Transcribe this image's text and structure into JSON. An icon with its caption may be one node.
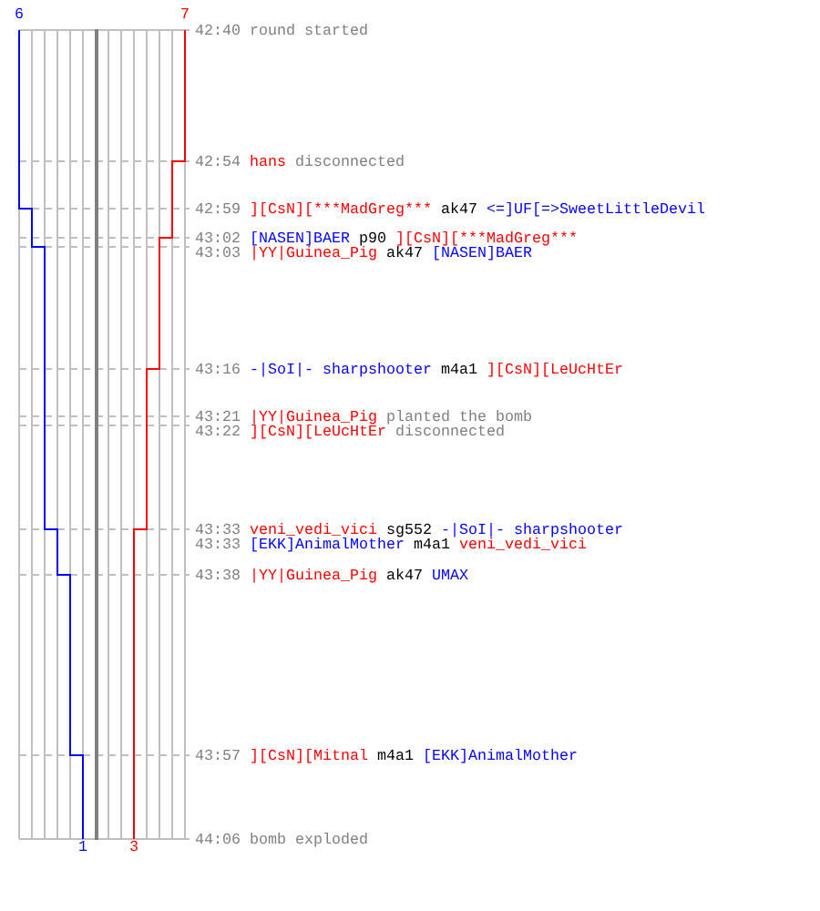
{
  "diagram": {
    "labels": [
      "6",
      "7",
      "42:40",
      "round started",
      "42:54",
      "hans",
      "disconnected",
      "42:59",
      "][CsN][***MadGreg***",
      "ak47",
      "<=]UF[=>SweetLittleDevil",
      "43:02",
      "[NASEN]BAER",
      "p90",
      "][CsN][***MadGreg***",
      "43:03",
      "|YY|Guinea_Pig",
      "ak47",
      "[NASEN]BAER",
      "43:16",
      "-|SoI|- sharpshooter",
      "m4a1",
      "][CsN][LeUcHtEr",
      "43:21",
      "|YY|Guinea_Pig",
      "planted the bomb",
      "43:22",
      "][CsN][LeUcHtEr",
      "disconnected",
      "43:33",
      "veni_vedi_vici",
      "sg552",
      "-|SoI|- sharpshooter",
      "43:33",
      "[EKK]AnimalMother",
      "m4a1",
      "veni_vedi_vici",
      "43:38",
      "|YY|Guinea_Pig",
      "ak47",
      "UMAX",
      "43:57",
      "][CsN][Mitnal",
      "m4a1",
      "[EKK]AnimalMother",
      "44:06",
      "bomb exploded",
      "1",
      "3"
    ]
  }
}
